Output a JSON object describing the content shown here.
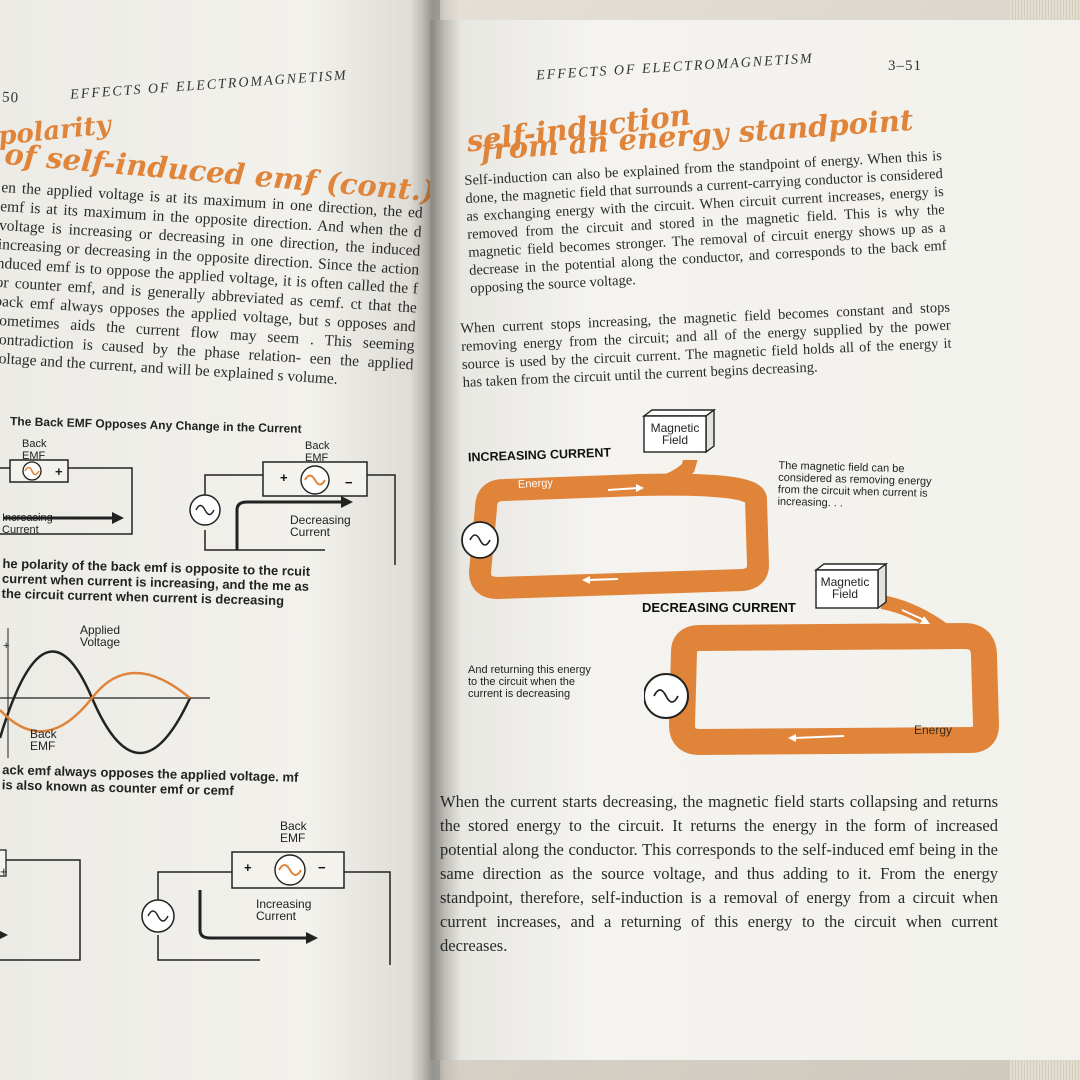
{
  "colors": {
    "accent": "#e0843a",
    "ink": "#2a2a2a",
    "paper": "#f3f2ed"
  },
  "left_page": {
    "page_number": "50",
    "running_head": "EFFECTS OF ELECTROMAGNETISM",
    "heading_line1": "polarity",
    "heading_line2": "of self-induced emf (cont.)",
    "paragraph": "en the applied voltage is at its maximum in one direction, the ed emf is at its maximum in the opposite direction. And when the d voltage is increasing or decreasing in one direction, the induced increasing or decreasing in the opposite direction. Since the action nduced emf is to oppose the applied voltage, it is often called the f or counter emf, and is generally abbreviated as cemf. ct that the back emf always opposes the applied voltage, but s opposes and sometimes aids the current flow may seem . This seeming contradiction is caused by the phase relation- een the applied voltage and the current, and will be explained s volume.",
    "diagram1_title": "The Back EMF Opposes Any Change in the Current",
    "back_emf": "Back EMF",
    "increasing_current": "Increasing Current",
    "decreasing_current": "Decreasing Current",
    "plus": "+",
    "minus": "−",
    "caption1": "he polarity of the back emf is opposite to the rcuit current when current is increasing, and the me as the circuit current when current is decreasing",
    "applied_voltage": "Applied Voltage",
    "caption2": "ack emf always opposes the applied voltage. mf is also known as counter emf or cemf"
  },
  "right_page": {
    "running_head": "EFFECTS OF ELECTROMAGNETISM",
    "page_number": "3–51",
    "heading_line1": "self-induction",
    "heading_line2": "from an energy standpoint",
    "paragraph1": "Self-induction can also be explained from the standpoint of energy. When this is done, the magnetic field that surrounds a current-carrying conductor is considered as exchanging energy with the circuit. When circuit current increases, energy is removed from the circuit and stored in the magnetic field. This is why the magnetic field becomes stronger. The removal of circuit energy shows up as a decrease in the potential along the conductor, and corresponds to the back emf opposing the source voltage.",
    "paragraph2": "When current stops increasing, the magnetic field becomes constant and stops removing energy from the circuit; and all of the energy supplied by the power source is used by the circuit current. The magnetic field holds all of the energy it has taken from the circuit until the current begins decreasing.",
    "magnetic_field": "Magnetic Field",
    "increasing_current": "INCREASING CURRENT",
    "decreasing_current": "DECREASING CURRENT",
    "energy": "Energy",
    "note_increasing": "The magnetic field can be considered as removing energy from the circuit when current is increasing. . .",
    "note_decreasing": "And returning this energy to the circuit when the current is decreasing",
    "paragraph3": "When the current starts decreasing, the magnetic field starts collapsing and returns the stored energy to the circuit. It returns the energy in the form of increased potential along the conductor. This corresponds to the self-induced emf being in the same direction as the source voltage, and thus adding to it. From the energy standpoint, therefore, self-induction is a removal of energy from a circuit when current increases, and a returning of this energy to the circuit when current decreases."
  }
}
